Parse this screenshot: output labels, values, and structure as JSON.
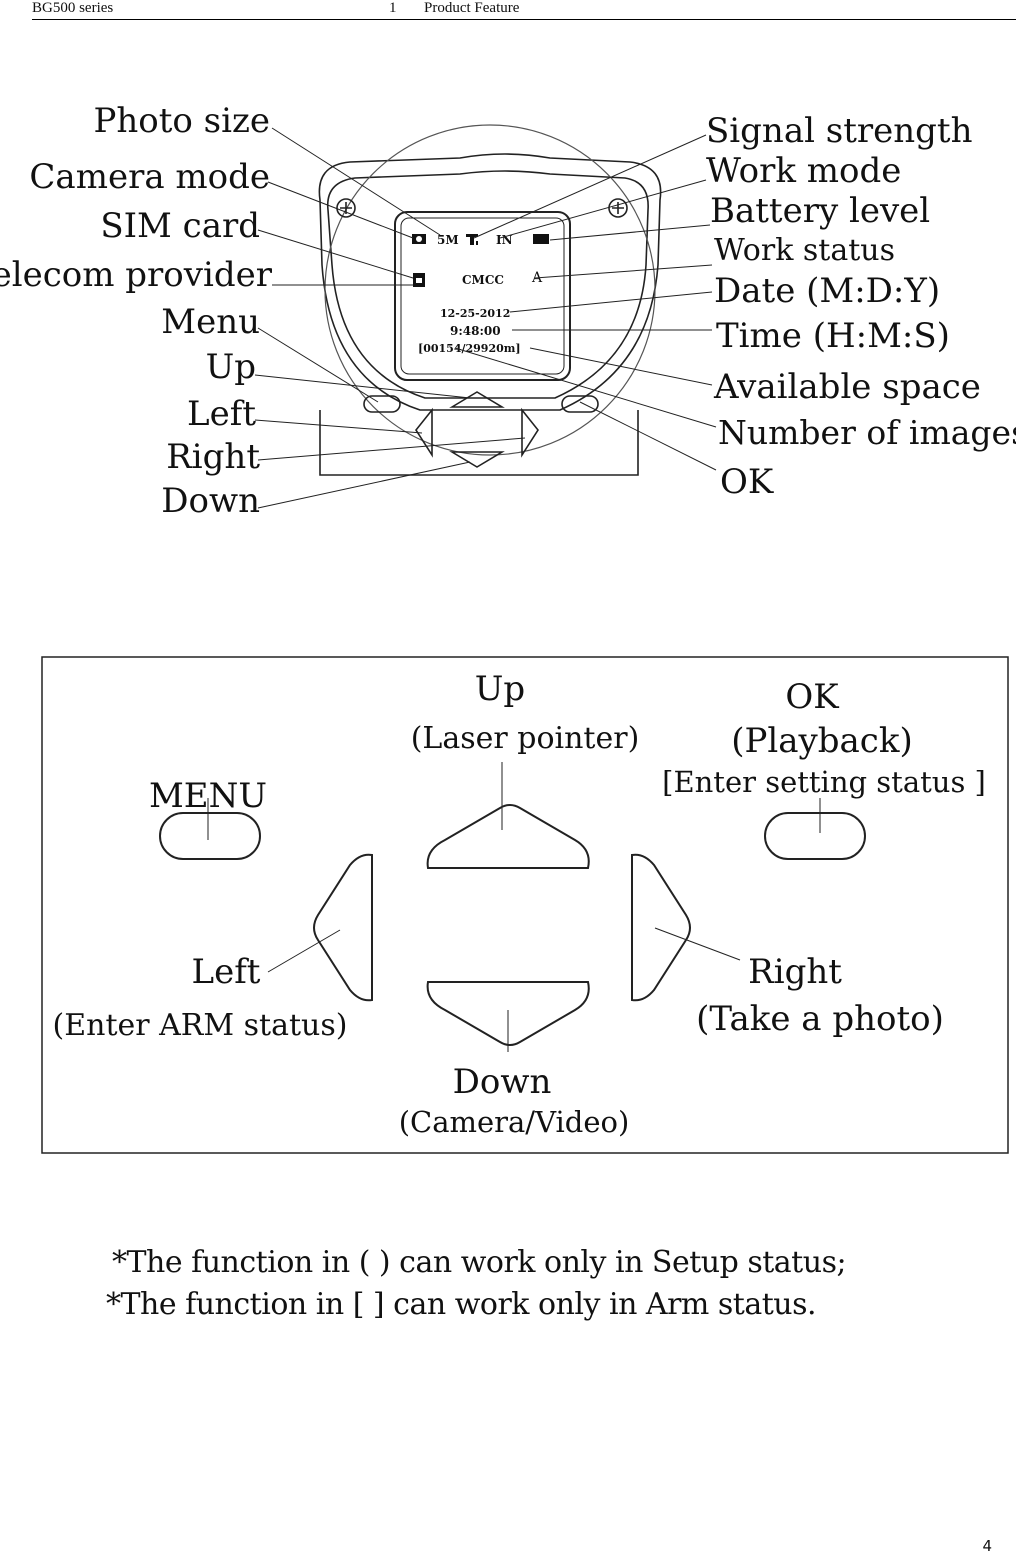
{
  "header": {
    "series": "BG500 series",
    "section_number": "1",
    "section_title": "Product Feature"
  },
  "figure1": {
    "left_labels": [
      "Photo  size",
      "Camera  mode",
      "SIM card",
      "Telecom provider",
      "Menu",
      "Up",
      "Left",
      "Right",
      "Down"
    ],
    "right_labels": [
      "Signal strength",
      "Work  mode",
      "Battery level",
      "Work  status",
      "Date (M:D:Y)",
      "Time (H:M:S)",
      "Available space",
      "Number of images",
      "OK"
    ],
    "screen": {
      "photo_size": "5M",
      "work_mode": "IN",
      "provider": "CMCC",
      "status": "A",
      "date": "12-25-2012",
      "time": "9:48:00",
      "counter": "[00154/29920m]"
    }
  },
  "figure2": {
    "up": "Up",
    "up_sub": "(Laser pointer)",
    "ok": "OK",
    "ok_sub": "(Playback)",
    "ok_sub2": "[Enter setting status ]",
    "menu": "MENU",
    "left": "Left",
    "left_sub": "(Enter ARM  status)",
    "right": "Right",
    "right_sub": "(Take a photo)",
    "down": "Down",
    "down_sub": "(Camera/Video)"
  },
  "notes": [
    "*The function in ( ) can work only in Setup status;",
    "*The function in [ ] can work only in Arm status."
  ],
  "page_number": "4"
}
